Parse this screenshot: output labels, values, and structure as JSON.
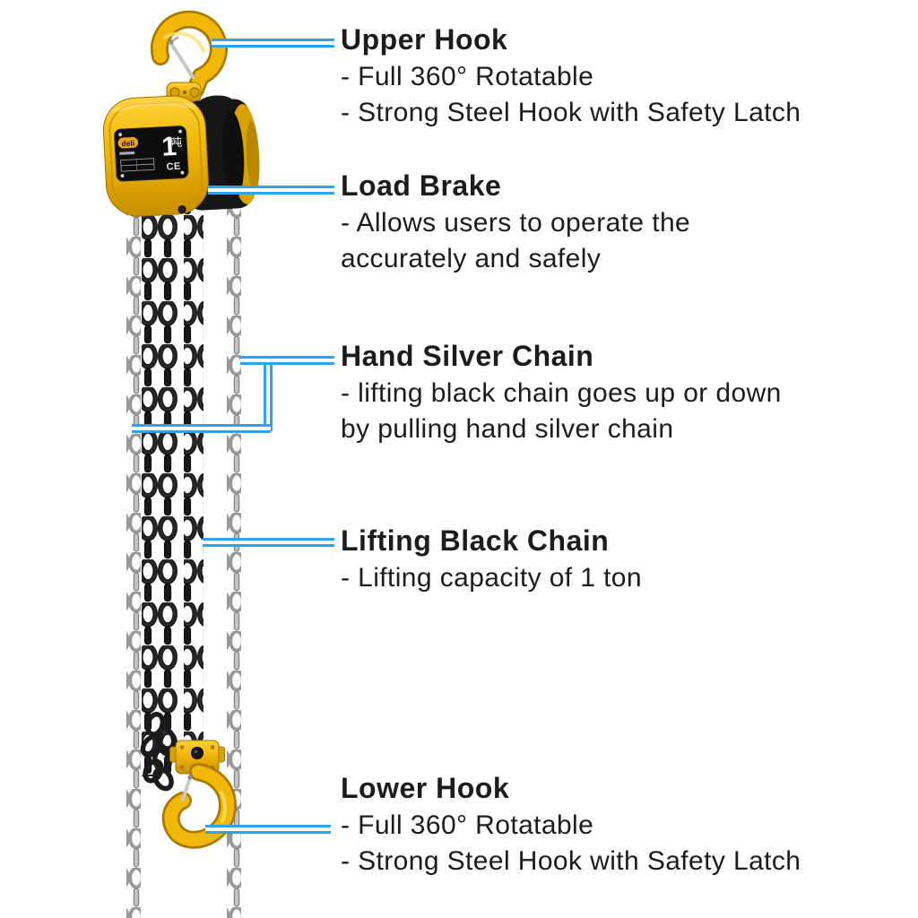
{
  "colors": {
    "accent_blue": "#2ea3e8",
    "hoist_yellow": "#f2b809",
    "chain_black": "#1d1d1f",
    "chain_silver": "#98989a",
    "text": "#1c1c1c"
  },
  "product": {
    "brand": "deli",
    "capacity_number": "1",
    "capacity_unit": "吨",
    "ce_mark": "CE"
  },
  "callouts": [
    {
      "id": "upper-hook",
      "title": "Upper Hook",
      "lines": [
        "- Full 360° Rotatable",
        "- Strong Steel Hook with Safety Latch"
      ]
    },
    {
      "id": "load-brake",
      "title": "Load Brake",
      "lines": [
        "- Allows users to operate the",
        "accurately and safely"
      ]
    },
    {
      "id": "hand-silver-chain",
      "title": "Hand Silver Chain",
      "lines": [
        "- lifting black chain goes up or down",
        "by pulling hand silver chain"
      ]
    },
    {
      "id": "lifting-black-chain",
      "title": "Lifting Black Chain",
      "lines": [
        "- Lifting capacity of 1 ton"
      ]
    },
    {
      "id": "lower-hook",
      "title": "Lower Hook",
      "lines": [
        "- Full 360° Rotatable",
        "- Strong Steel Hook with Safety Latch"
      ]
    }
  ]
}
